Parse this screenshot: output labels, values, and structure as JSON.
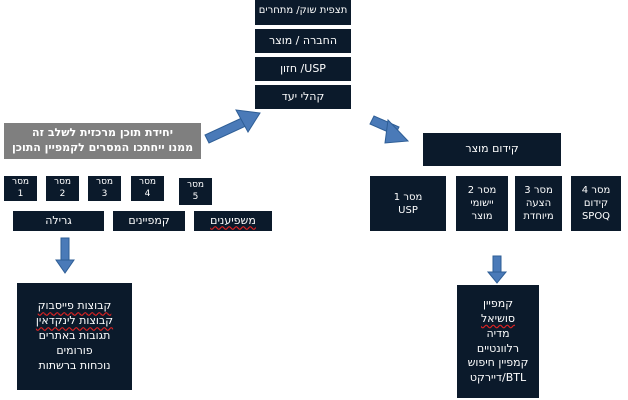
{
  "top_stack": [
    "תצפית שוק/ מתחרים",
    "החברה / מוצר",
    "USP/ חזון",
    "קהלי יעד"
  ],
  "left_header": [
    "יחידת תוכן מרכזית לשלב זה",
    "ממנו ייחתכו המסרים לקמפיין התוכן"
  ],
  "left_messages": [
    {
      "line1": "מסר",
      "line2": "1"
    },
    {
      "line1": "מסר",
      "line2": "2"
    },
    {
      "line1": "מסר",
      "line2": "3"
    },
    {
      "line1": "מסר",
      "line2": "4"
    },
    {
      "line1": "מסר",
      "line2": "5"
    }
  ],
  "left_channels": [
    "גרילה",
    "קמפיינים",
    "משפיענים"
  ],
  "left_result": [
    "קבוצות פייסבוק",
    "קבוצות לינקדאין",
    "תגובות באתרים",
    "פורומים",
    "נוכחות ברשתות"
  ],
  "right_header": "קידום מוצר",
  "right_messages": [
    {
      "line1": "מסר 1",
      "line2": "USP",
      "line3": ""
    },
    {
      "line1": "מסר 2",
      "line2": "יישומי",
      "line3": "מוצר"
    },
    {
      "line1": "מסר 3",
      "line2": "הצעה",
      "line3": "מיוחדת"
    },
    {
      "line1": "מסר 4",
      "line2": "קידום",
      "line3": "SPOQ"
    }
  ],
  "right_result": [
    "קמפיין",
    "סושיאל",
    "מדיה",
    "רלוונטיים",
    "קמפיין חיפוש",
    "BTL/דיירקט"
  ]
}
